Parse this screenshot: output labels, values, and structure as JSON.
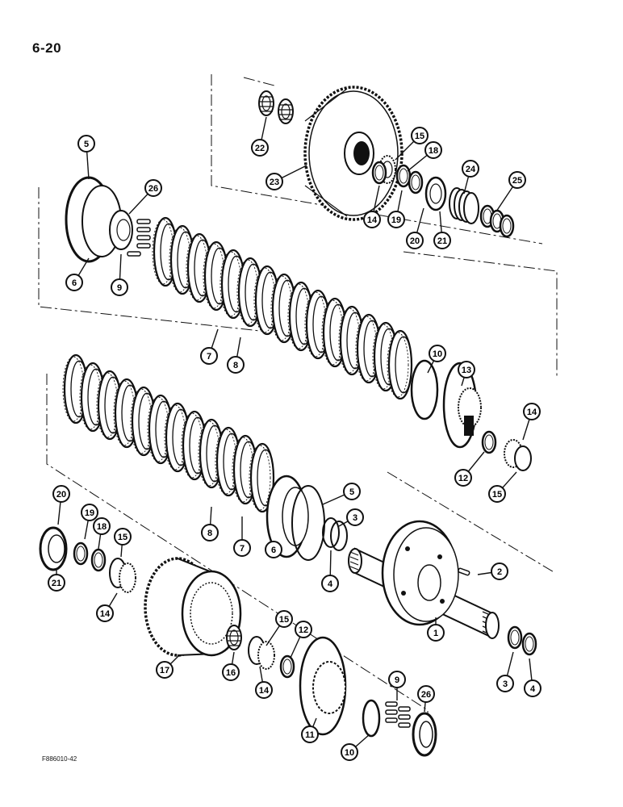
{
  "page_number": "6-20",
  "figure_code": "F886010-42",
  "callouts": [
    "22",
    "23",
    "15",
    "18",
    "14",
    "19",
    "20",
    "21",
    "24",
    "25",
    "5",
    "26",
    "6",
    "9",
    "7",
    "8",
    "10",
    "13",
    "14",
    "12",
    "15",
    "20",
    "19",
    "18",
    "15",
    "21",
    "14",
    "5",
    "3",
    "8",
    "7",
    "6",
    "4",
    "2",
    "1",
    "15",
    "12",
    "17",
    "16",
    "14",
    "3",
    "4",
    "9",
    "26",
    "11",
    "10"
  ]
}
